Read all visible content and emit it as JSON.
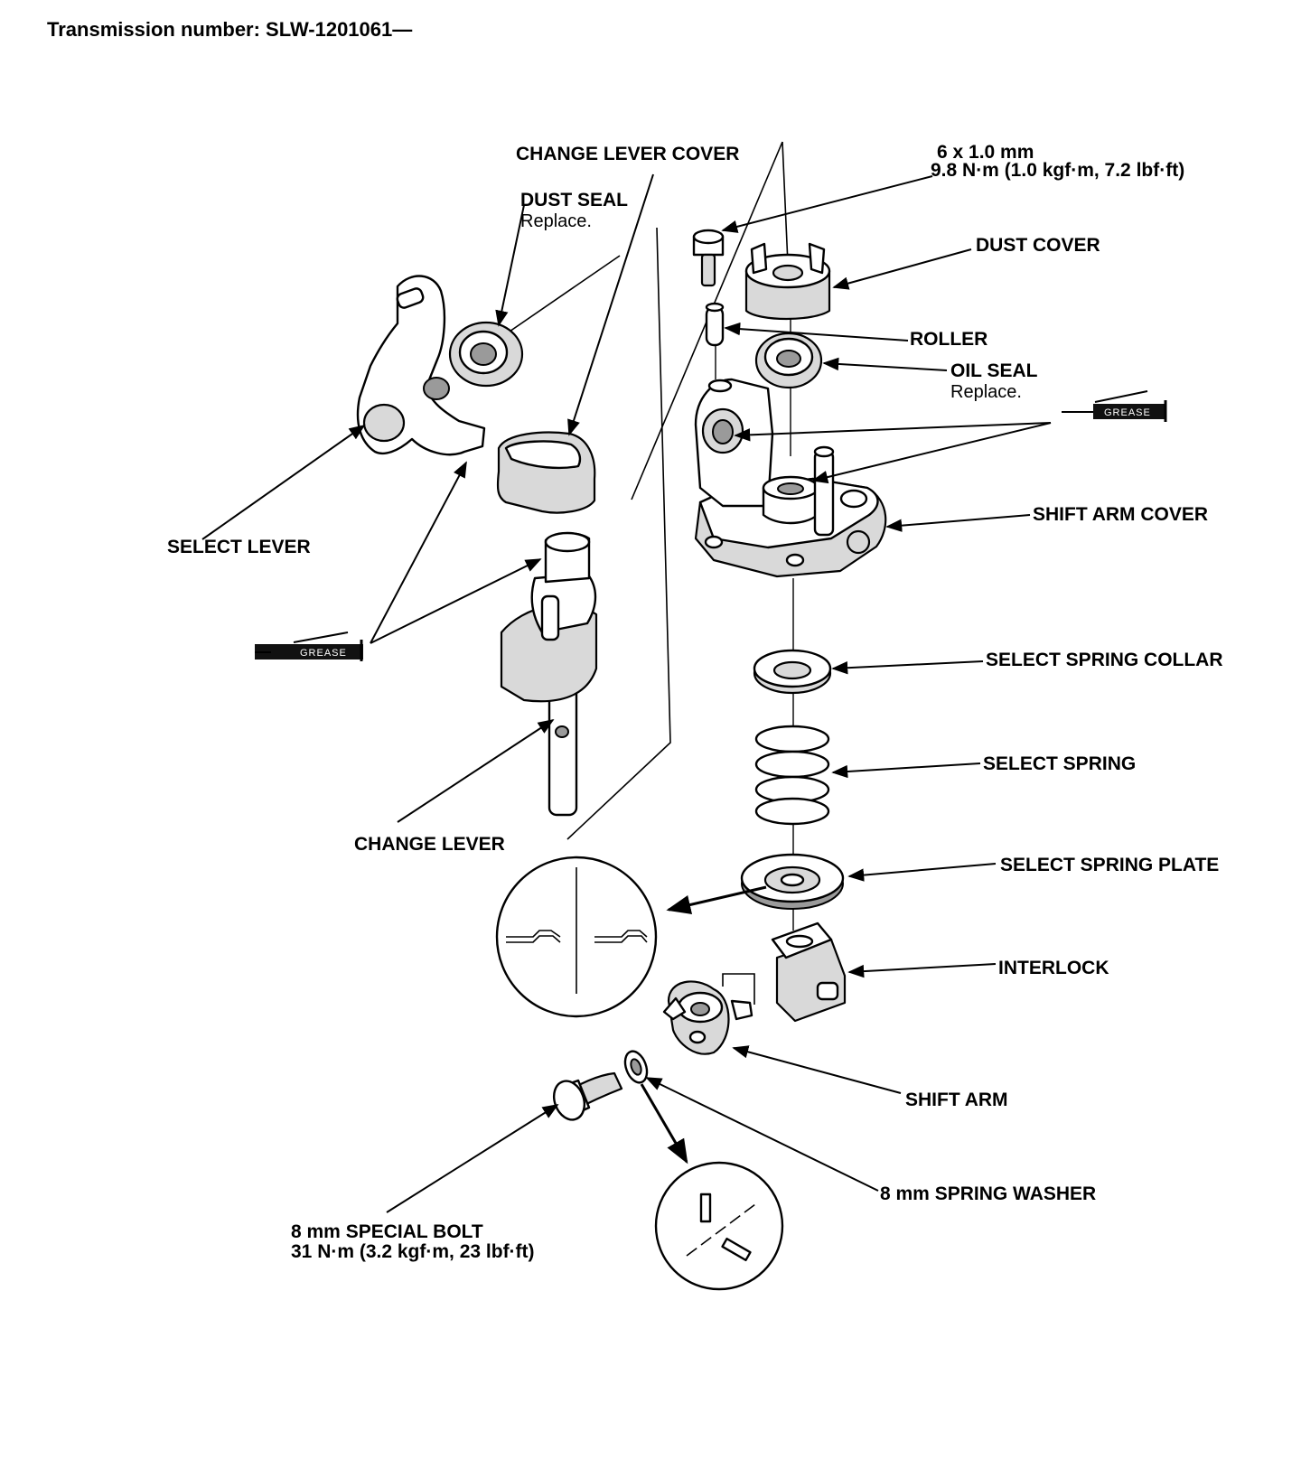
{
  "header": {
    "transmission_text": "Transmission number: SLW-1201061—"
  },
  "labels": {
    "change_lever_cover": "CHANGE LEVER COVER",
    "dust_seal": "DUST SEAL",
    "dust_seal_note": "Replace.",
    "bolt_6mm_size": "6 x 1.0 mm",
    "bolt_6mm_torque": "9.8 N·m (1.0 kgf·m, 7.2 lbf·ft)",
    "dust_cover": "DUST COVER",
    "roller": "ROLLER",
    "oil_seal": "OIL SEAL",
    "oil_seal_note": "Replace.",
    "shift_arm_cover": "SHIFT ARM COVER",
    "select_lever": "SELECT LEVER",
    "select_spring_collar": "SELECT SPRING COLLAR",
    "select_spring": "SELECT SPRING",
    "change_lever": "CHANGE LEVER",
    "select_spring_plate": "SELECT SPRING PLATE",
    "interlock": "INTERLOCK",
    "shift_arm": "SHIFT ARM",
    "spring_washer": "8 mm SPRING WASHER",
    "special_bolt": "8 mm SPECIAL BOLT",
    "special_bolt_torque": "31 N·m (3.2 kgf·m, 23 lbf·ft)"
  },
  "grease_symbols": {
    "left": "GREASE",
    "right": "GREASE"
  },
  "icons": [
    "grease-tube-icon",
    "grease-tube-icon"
  ],
  "colors": {
    "ink": "#000000",
    "paper": "#ffffff",
    "shade": "#d9d9d9"
  }
}
